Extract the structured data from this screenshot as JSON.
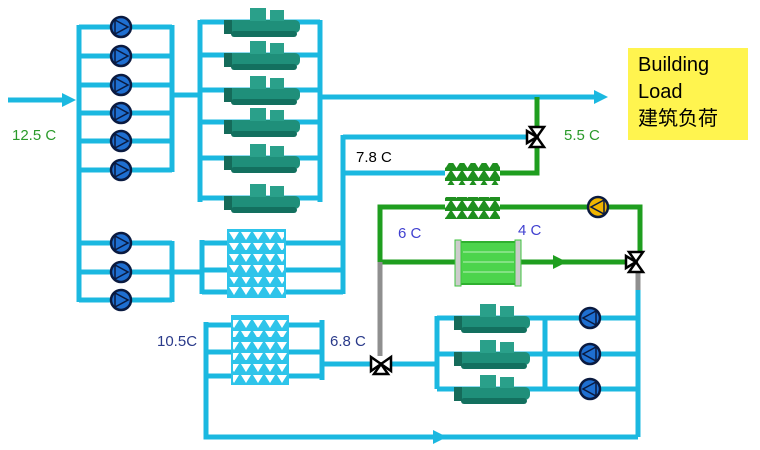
{
  "building_load": {
    "line1": "Building",
    "line2": "Load",
    "line3": "建筑负荷"
  },
  "temperatures": {
    "inlet": "12.5 C",
    "supply": "5.5 C",
    "mid": "7.8 C",
    "loop_return": "6 C",
    "loop_supply": "4 C",
    "tower_in": "10.5C",
    "tower_out": "6.8 C"
  },
  "colors": {
    "chilled_water_pipe": "#1bb8e0",
    "glycol_pipe": "#1f9e1f",
    "bypass_pipe": "#8f8f8f",
    "pump": "#1f6fd1",
    "glycol_pump": "#f0b400",
    "chiller": "#1f8f7a",
    "label_box": "#fff44f",
    "green_text": "#2a9a2a",
    "blue_text": "#4040d0",
    "navy_text": "#2a3a8a"
  },
  "icons": [
    "pump-icon",
    "chiller-icon",
    "cooling-tower-icon",
    "heat-exchanger-icon",
    "plate-heat-exchanger-icon",
    "three-way-valve-icon",
    "flow-arrow-icon"
  ]
}
